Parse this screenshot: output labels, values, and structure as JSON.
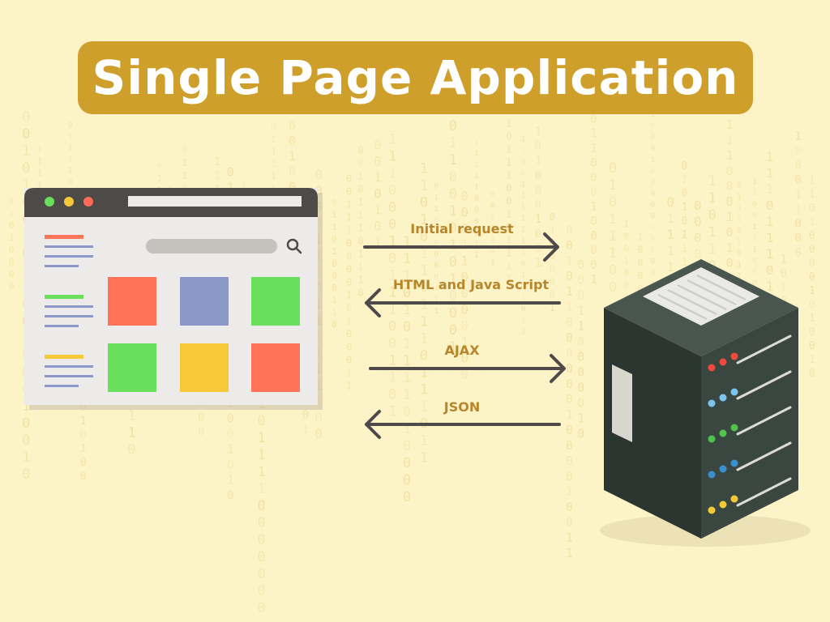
{
  "title": "Single Page Application",
  "arrows": [
    {
      "label": "Initial request",
      "direction": "right"
    },
    {
      "label": "HTML and Java Script",
      "direction": "left"
    },
    {
      "label": "AJAX",
      "direction": "right"
    },
    {
      "label": "JSON",
      "direction": "left"
    }
  ],
  "colors": {
    "background": "#fcf3c7",
    "banner": "#cf9f2c",
    "label_text": "#b8862a",
    "arrow": "#4f4a4a",
    "server_body": "#2f3b35",
    "tile_red": "#ff7459",
    "tile_blue": "#8b98c8",
    "tile_green": "#6adf5c",
    "tile_yellow": "#f7c83a"
  },
  "icons": {
    "browser": "browser-window-icon",
    "search": "magnifier-icon",
    "server": "server-rack-icon"
  }
}
